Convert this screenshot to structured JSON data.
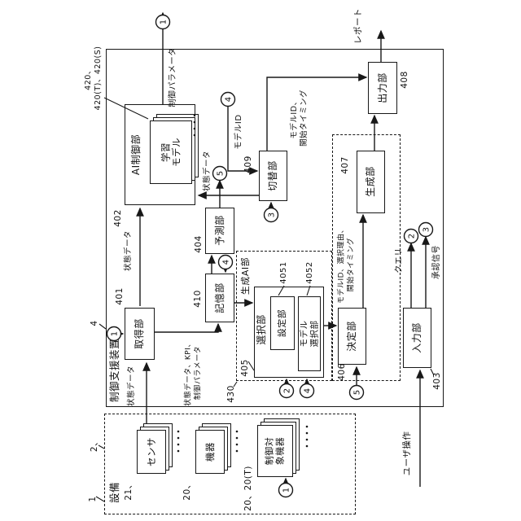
{
  "fig": {
    "device": {
      "label": "制御支援装置",
      "ref": "4"
    },
    "blocks": {
      "acquisition": {
        "label": "取得部",
        "ref": "401"
      },
      "ai_control": {
        "label": "AI制御部",
        "ref": "402"
      },
      "learning_model": {
        "label": "学習\nモデル",
        "refs": "420、\n420(T)、420(S)"
      },
      "input": {
        "label": "入力部",
        "ref": "403"
      },
      "prediction": {
        "label": "予測部",
        "ref": "404"
      },
      "selection": {
        "label": "選択部",
        "ref": "405"
      },
      "setting": {
        "label": "設定部",
        "ref": "4051"
      },
      "model_selection": {
        "label": "モデル\n選択部",
        "ref": "4052"
      },
      "decision": {
        "label": "決定部",
        "ref": "406"
      },
      "generation": {
        "label": "生成部",
        "ref": "407"
      },
      "output": {
        "label": "出力部",
        "ref": "408"
      },
      "switching": {
        "label": "切替部",
        "ref": "409"
      },
      "storage": {
        "label": "記憶部",
        "ref": "410"
      },
      "gen_ai": {
        "label": "生成AI部",
        "ref": "430"
      }
    },
    "equipment": {
      "label": "設備",
      "ref": "1",
      "group_ref": "2、",
      "sensor": {
        "label": "センサ",
        "ref": "21、"
      },
      "device": {
        "label": "機器",
        "ref": "20、"
      },
      "controlled": {
        "label": "制御対\n象機器",
        "ref": "20、20(T)"
      }
    },
    "flows": {
      "control_param": "制御パラメータ",
      "report": "レポート",
      "model_id_start": "モデルID、\n開始タイミング",
      "model_id": "モデルID",
      "state_a": "状態データ",
      "state_b": "状態データ",
      "state_pred": "状態データ",
      "state_kpi_param": "状態データ、KPI、\n制御パラメータ",
      "model_reason_start": "モデルID、選択理由、\n開始タイミング",
      "query": "クエリ",
      "approval": "承認信号",
      "user_op": "ユーザ操作"
    },
    "connectors": {
      "c1": "1",
      "c2": "2",
      "c3": "3",
      "c4": "4",
      "c5": "5"
    }
  }
}
